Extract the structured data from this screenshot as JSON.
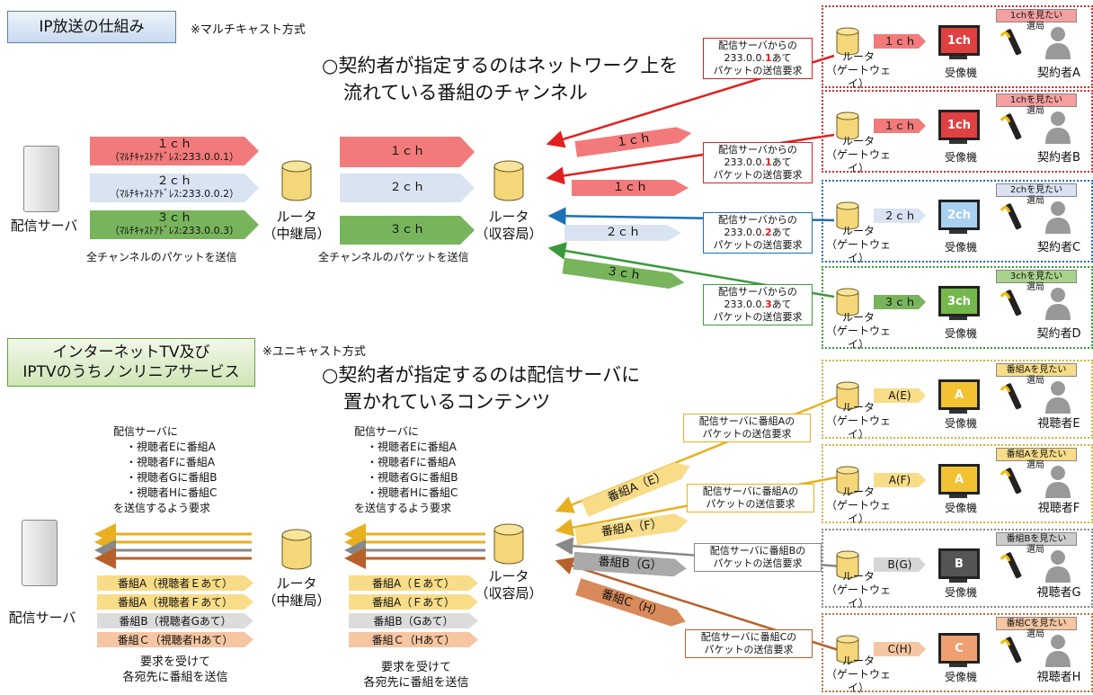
{
  "multicast": {
    "title": "IP放送の仕組み",
    "note": "※マルチキャスト方式",
    "heading_line1": "○契約者が指定するのはネットワーク上を",
    "heading_line2": "流れている番組のチャンネル",
    "server_label": "配信サーバ",
    "server_arrows": [
      {
        "line1": "１ｃｈ",
        "line2": "（ﾏﾙﾁｷｬｽﾄｱﾄﾞﾚｽ:233.0.0.1）"
      },
      {
        "line1": "２ｃｈ",
        "line2": "（ﾏﾙﾁｷｬｽﾄｱﾄﾞﾚｽ:233.0.0.2）"
      },
      {
        "line1": "３ｃｈ",
        "line2": "（ﾏﾙﾁｷｬｽﾄｱﾄﾞﾚｽ:233.0.0.3）"
      }
    ],
    "relay_label_1": "ルータ",
    "relay_label_2": "（中継局）",
    "relay_arrows": [
      "１ｃｈ",
      "２ｃｈ",
      "３ｃｈ"
    ],
    "send_all_1": "全チャンネルのパケットを送信",
    "send_all_2": "全チャンネルのパケットを送信",
    "house_label_1": "ルータ",
    "house_label_2": "（収容局）",
    "down_labels": [
      "１ｃｈ",
      "１ｃｈ",
      "２ｃｈ",
      "３ｃｈ"
    ],
    "requests": [
      {
        "l1": "配信サーバからの",
        "l2a": "233.0.0.",
        "l2b": "1",
        "l2c": "あて",
        "l3": "パケットの送信要求"
      },
      {
        "l1": "配信サーバからの",
        "l2a": "233.0.0.",
        "l2b": "1",
        "l2c": "あて",
        "l3": "パケットの送信要求"
      },
      {
        "l1": "配信サーバからの",
        "l2a": "233.0.0.",
        "l2b": "2",
        "l2c": "あて",
        "l3": "パケットの送信要求"
      },
      {
        "l1": "配信サーバからの",
        "l2a": "233.0.0.",
        "l2b": "3",
        "l2c": "あて",
        "l3": "パケットの送信要求"
      }
    ],
    "subscribers": [
      {
        "want": "1chを見たい",
        "ch": "１ｃｈ",
        "tv": "1ch",
        "name": "契約者A"
      },
      {
        "want": "1chを見たい",
        "ch": "１ｃｈ",
        "tv": "1ch",
        "name": "契約者B"
      },
      {
        "want": "2chを見たい",
        "ch": "２ｃｈ",
        "tv": "2ch",
        "name": "契約者C"
      },
      {
        "want": "3chを見たい",
        "ch": "３ｃｈ",
        "tv": "3ch",
        "name": "契約者D"
      }
    ],
    "gw_1": "ルータ",
    "gw_2": "（ゲートウェイ）",
    "tv_label": "受像機",
    "select_label": "選局"
  },
  "unicast": {
    "title_1": "インターネットTV及び",
    "title_2": "IPTVのうちノンリニアサービス",
    "note": "※ユニキャスト方式",
    "heading_line1": "○契約者が指定するのは配信サーバに",
    "heading_line2": "置かれているコンテンツ",
    "server_label": "配信サーバ",
    "req_left": [
      "配信サーバに",
      "・視聴者Eに番組A",
      "・視聴者Fに番組A",
      "・視聴者Gに番組B",
      "・視聴者Hに番組C",
      "を送信するよう要求"
    ],
    "req_mid": [
      "配信サーバに",
      "・視聴者Eに番組A",
      "・視聴者Fに番組A",
      "・視聴者Gに番組B",
      "・視聴者Hに番組C",
      "を送信するよう要求"
    ],
    "pills_left": [
      "番組A（視聴者Ｅあて）",
      "番組A（視聴者Ｆあて）",
      "番組B（視聴者Gあて）",
      "番組Ｃ（視聴者Hあて）"
    ],
    "pills_mid": [
      "番組A（Ｅあて）",
      "番組A（Ｆあて）",
      "番組B（Gあて）",
      "番組Ｃ（Hあて）"
    ],
    "resp_left_1": "要求を受けて",
    "resp_left_2": "各宛先に番組を送信",
    "resp_mid_1": "要求を受けて",
    "resp_mid_2": "各宛先に番組を送信",
    "relay_label_1": "ルータ",
    "relay_label_2": "（中継局）",
    "house_label_1": "ルータ",
    "house_label_2": "（収容局）",
    "down_labels": [
      "番組A（E）",
      "番組A（F）",
      "番組B（G）",
      "番組C（H）"
    ],
    "requests": [
      {
        "l1": "配信サーバに番組Aの",
        "l2": "パケットの送信要求"
      },
      {
        "l1": "配信サーバに番組Aの",
        "l2": "パケットの送信要求"
      },
      {
        "l1": "配信サーバに番組Bの",
        "l2": "パケットの送信要求"
      },
      {
        "l1": "配信サーバに番組Cの",
        "l2": "パケットの送信要求"
      }
    ],
    "viewers": [
      {
        "want": "番組Aを見たい",
        "prog": "A(E)",
        "tv": "A",
        "name": "視聴者E"
      },
      {
        "want": "番組Aを見たい",
        "prog": "A(F)",
        "tv": "A",
        "name": "視聴者F"
      },
      {
        "want": "番組Bを見たい",
        "prog": "B(G)",
        "tv": "B",
        "name": "視聴者G"
      },
      {
        "want": "番組Cを見たい",
        "prog": "C(H)",
        "tv": "C",
        "name": "視聴者H"
      }
    ],
    "gw_1": "ルータ",
    "gw_2": "（ゲートウェイ）",
    "tv_label": "受像機",
    "select_label": "選局"
  },
  "colors": {
    "red": "#e02020",
    "blue": "#1e6fb5",
    "green": "#3a9a3a",
    "yellow": "#e8b020",
    "gray": "#888888",
    "brown": "#b8602a"
  }
}
